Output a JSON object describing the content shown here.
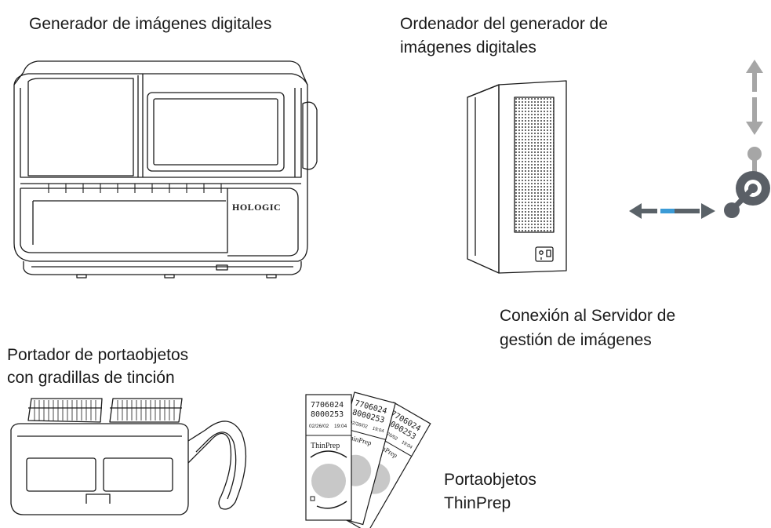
{
  "labels": {
    "imager": "Generador de imágenes digitales",
    "computer_line1": "Ordenador del generador de",
    "computer_line2": "imágenes digitales",
    "connection_line1": "Conexión al Servidor de",
    "connection_line2": "gestión de imágenes",
    "carrier_line1": "Portador de portaobjetos",
    "carrier_line2": "con gradillas de tinción",
    "slides_line1": "Portaobjetos",
    "slides_line2": "ThinPrep"
  },
  "imager_brand": "HOLOGIC",
  "slides": [
    {
      "line1": "7706024",
      "line2": "8000253",
      "date": "02/26/02",
      "time": "19:04",
      "brand": "ThinPrep"
    },
    {
      "line1": "7706024",
      "line2": "8000253",
      "date": "02/26/02",
      "time": "19:04",
      "brand": "ThinPrep"
    },
    {
      "line1": "7706024",
      "line2": "8000253",
      "date": "02/26/02",
      "time": "19:04",
      "brand": "ThinPrep"
    }
  ],
  "colors": {
    "line": "#1a1a1a",
    "arrow_gray": "#a6a6a6",
    "arrow_dark": "#5a6268",
    "arrow_blue": "#3b9bd6",
    "icon_gray": "#a6a6a6",
    "icon_dark": "#5a5f66",
    "sample_circle": "#c8c8c8"
  },
  "icons": [
    "network-connection-icon",
    "bidirectional-arrow-horizontal",
    "bidirectional-arrow-vertical"
  ]
}
